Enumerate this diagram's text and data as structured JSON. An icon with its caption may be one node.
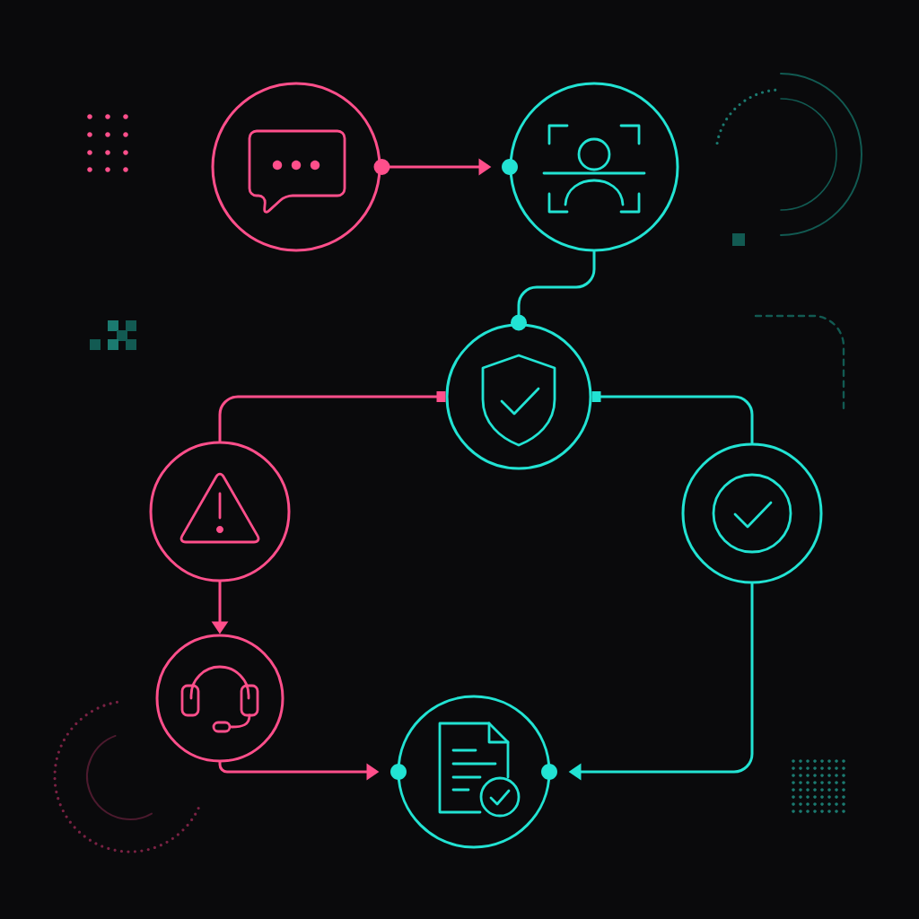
{
  "diagram": {
    "nodes": [
      {
        "text": [],
        "shape": "circle"
      },
      {
        "text": [],
        "shape": "circle"
      },
      {
        "text": [],
        "shape": "circle"
      },
      {
        "text": [],
        "shape": "circle"
      },
      {
        "text": [],
        "shape": "circle"
      },
      {
        "text": [],
        "shape": "circle"
      },
      {
        "text": [],
        "shape": "circle"
      }
    ],
    "edges": [
      {
        "from": 0,
        "to": 1,
        "arrow": "to"
      },
      {
        "from": 1,
        "to": 2,
        "arrow": "other",
        "color": "#22e3d3"
      },
      {
        "from": 2,
        "to": 3,
        "arrow": "other"
      },
      {
        "from": 2,
        "to": 4,
        "arrow": "other",
        "color": "#22e3d3"
      },
      {
        "from": 3,
        "to": 5,
        "arrow": "to"
      },
      {
        "from": 5,
        "to": 6,
        "arrow": "to"
      },
      {
        "from": 4,
        "to": 6,
        "arrow": "to",
        "color": "#22e3d3"
      }
    ]
  }
}
